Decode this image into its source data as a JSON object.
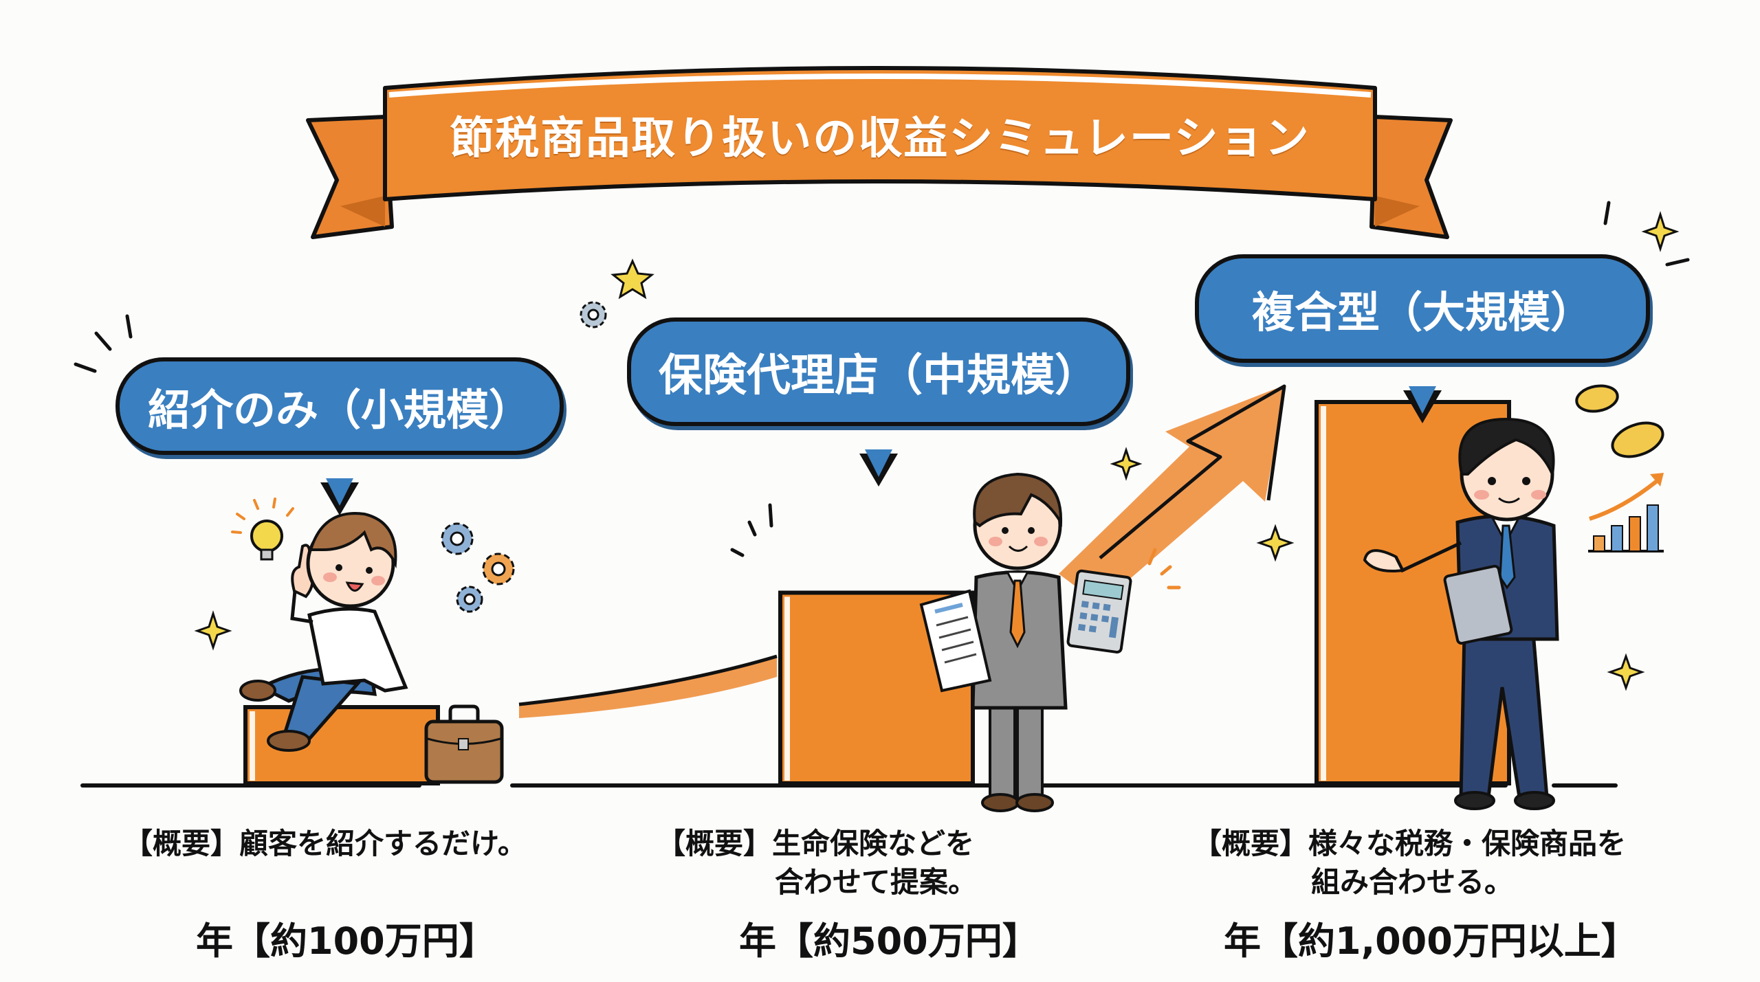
{
  "title": "節税商品取り扱いの収益シミュレーション",
  "colors": {
    "orange": "#ef8a2c",
    "blue": "#3a7fc0",
    "outline": "#111111",
    "background": "#fcfcfb"
  },
  "tiers": [
    {
      "label": "紹介のみ（小規模）",
      "summary_tag": "【概要】",
      "summary_line1": "顧客を紹介するだけ。",
      "summary_line2": "",
      "revenue": "年【約100万円】",
      "character": "casual-young-man-sitting",
      "props": [
        "lightbulb-icon",
        "gear-icon",
        "briefcase-icon",
        "sparkle-icon"
      ]
    },
    {
      "label": "保険代理店（中規模）",
      "summary_tag": "【概要】",
      "summary_line1": "生命保険などを",
      "summary_line2": "合わせて提案。",
      "revenue": "年【約500万円】",
      "character": "businessman-grey-suit",
      "props": [
        "document-icon",
        "calculator-icon",
        "gear-icon",
        "star-icon",
        "sparkle-icon"
      ]
    },
    {
      "label": "複合型（大規模）",
      "summary_tag": "【概要】",
      "summary_line1": "様々な税務・保険商品を",
      "summary_line2": "組み合わせる。",
      "revenue": "年【約1,000万円以上】",
      "character": "businessman-navy-suit",
      "props": [
        "tablet-icon",
        "coin-icon",
        "growth-chart-icon",
        "sparkle-icon"
      ]
    }
  ],
  "bar_levels": {
    "relative_heights": [
      0.2,
      0.5,
      1.0
    ]
  }
}
